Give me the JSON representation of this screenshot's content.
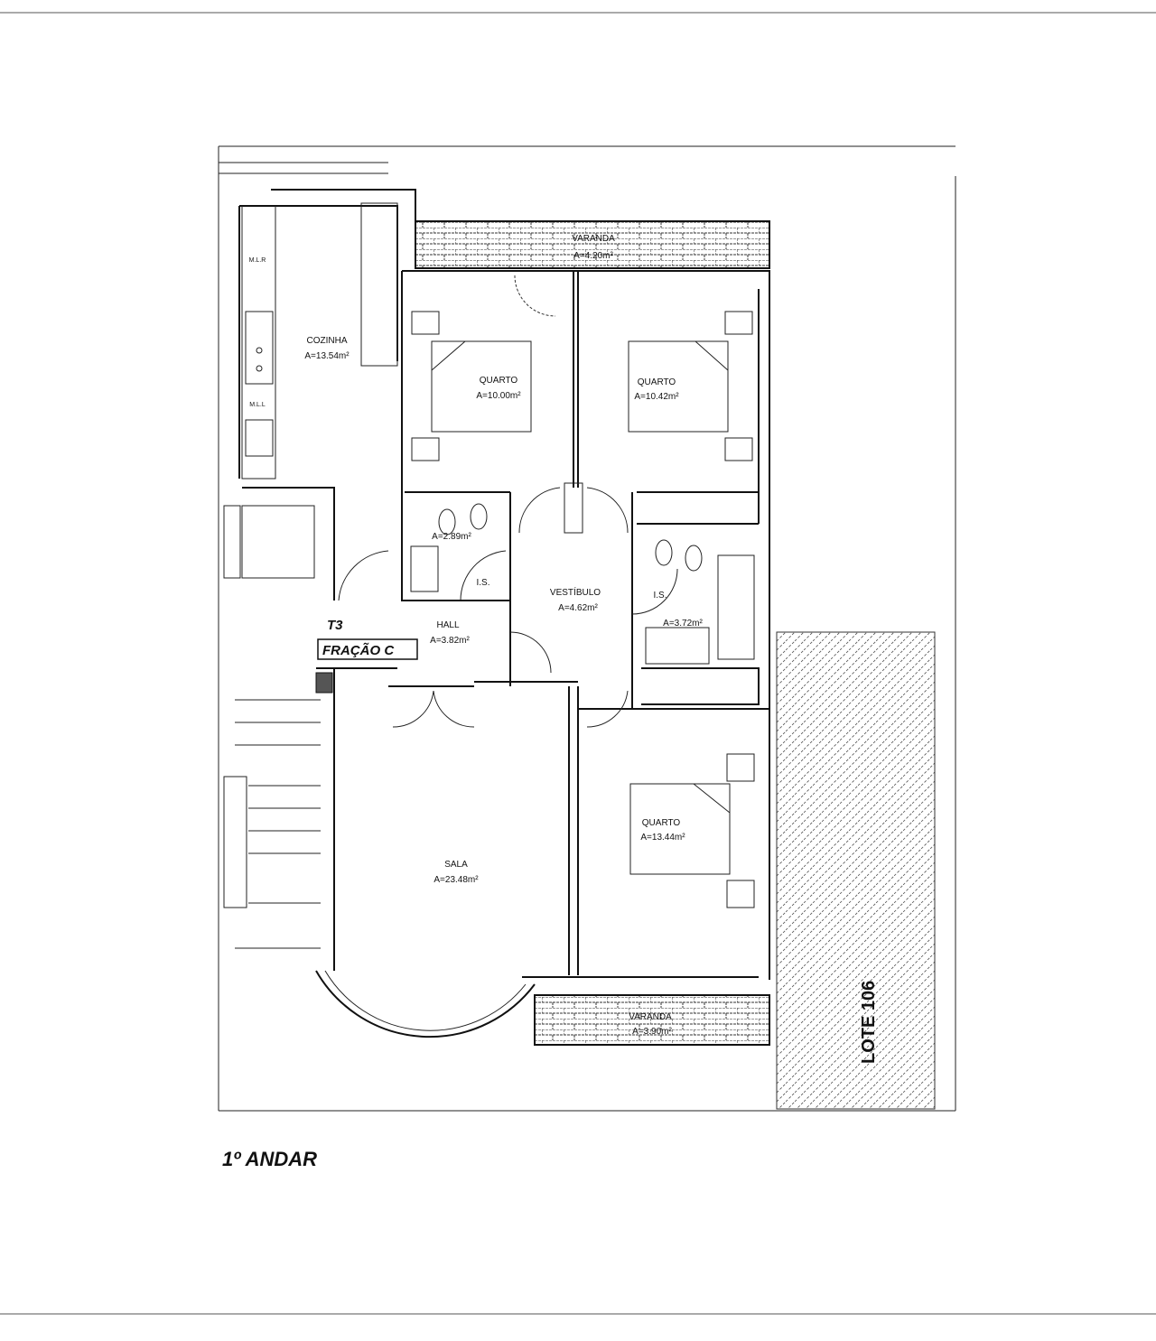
{
  "plan": {
    "floor_title": "1º ANDAR",
    "unit_type": "T3",
    "unit_name": "FRAÇÃO C",
    "neighbor_lot": "LOTE 106",
    "rooms": [
      {
        "name": "VARANDA",
        "area": "A=4.20m²"
      },
      {
        "name": "COZINHA",
        "area": "A=13.54m²"
      },
      {
        "name": "QUARTO",
        "area": "A=10.00m²"
      },
      {
        "name": "QUARTO",
        "area": "A=10.42m²"
      },
      {
        "name": "I.S.",
        "area": "A=2.89m²"
      },
      {
        "name": "VESTÍBULO",
        "area": "A=4.62m²"
      },
      {
        "name": "I.S.",
        "area": "A=3.72m²"
      },
      {
        "name": "HALL",
        "area": "A=3.82m²"
      },
      {
        "name": "QUARTO",
        "area": "A=13.44m²"
      },
      {
        "name": "SALA",
        "area": "A=23.48m²"
      },
      {
        "name": "VARANDA",
        "area": "A=3.90m²"
      }
    ],
    "kitchen_marks": [
      "M.L.R",
      "M.L.L"
    ]
  }
}
